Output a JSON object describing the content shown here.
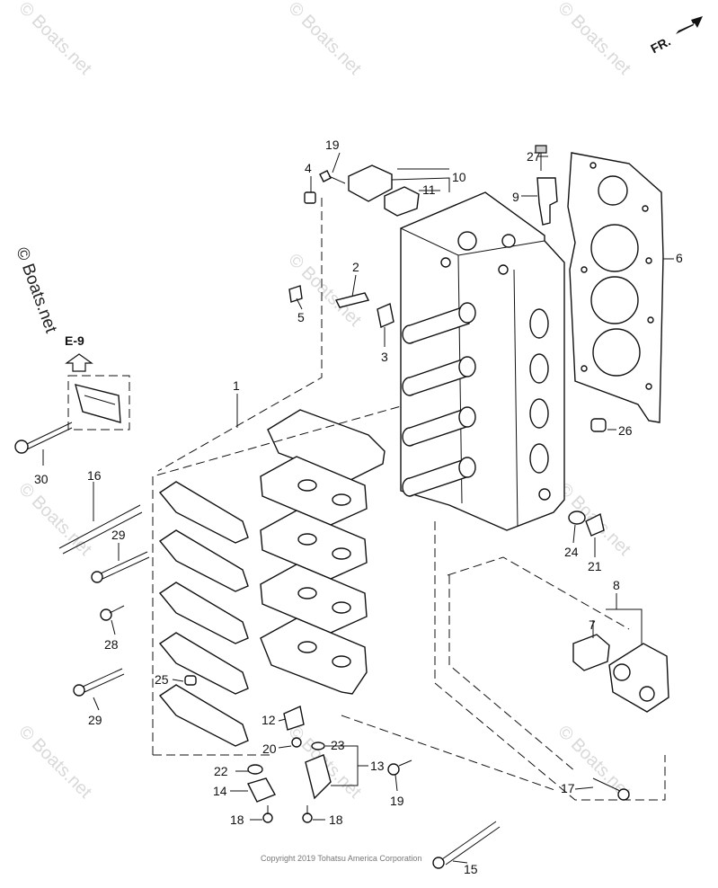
{
  "diagram": {
    "direction_label": "FR.",
    "ref_label": "E-9",
    "side_watermark": "© Boats.net",
    "watermark_text": "© Boats.net",
    "copyright": "Copyright 2019 Tohatsu America Corporation"
  },
  "callouts": {
    "c1": "1",
    "c2": "2",
    "c3": "3",
    "c4": "4",
    "c5": "5",
    "c6": "6",
    "c7": "7",
    "c8": "8",
    "c9": "9",
    "c10": "10",
    "c11": "11",
    "c12": "12",
    "c13": "13",
    "c14": "14",
    "c15": "15",
    "c16": "16",
    "c17": "17",
    "c18a": "18",
    "c18b": "18",
    "c19a": "19",
    "c19b": "19",
    "c20": "20",
    "c21": "21",
    "c22": "22",
    "c23": "23",
    "c24": "24",
    "c25": "25",
    "c26": "26",
    "c27": "27",
    "c28": "28",
    "c29a": "29",
    "c29b": "29",
    "c30": "30"
  }
}
